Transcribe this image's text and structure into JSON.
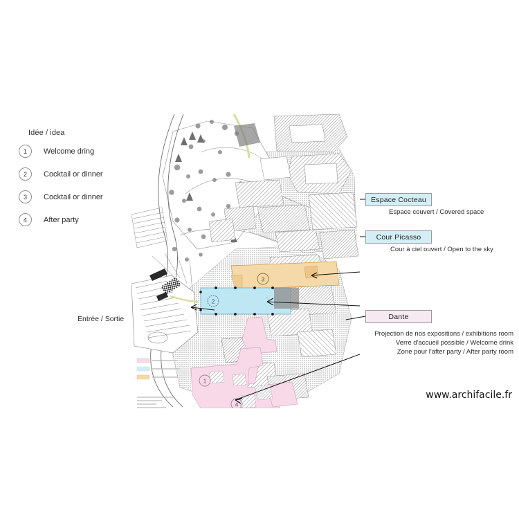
{
  "legend": {
    "title": "Idée / idea",
    "items": [
      {
        "number": "1",
        "label": "Welcome dring"
      },
      {
        "number": "2",
        "label": "Cocktail or dinner"
      },
      {
        "number": "3",
        "label": "Cocktail or dinner"
      },
      {
        "number": "4",
        "label": "After party"
      }
    ]
  },
  "map": {
    "entrance_label": "Entrée / Sortie",
    "markers": [
      {
        "number": "1",
        "zone": "dante"
      },
      {
        "number": "2",
        "zone": "cour-picasso"
      },
      {
        "number": "3",
        "zone": "espace-cocteau"
      },
      {
        "number": "4",
        "zone": "dante"
      }
    ],
    "mini_legend": [
      {
        "color": "#f7d9e8",
        "label": ""
      },
      {
        "color": "#d4eef6",
        "label": ""
      },
      {
        "color": "#f6d9a8",
        "label": ""
      }
    ]
  },
  "callouts": [
    {
      "name": "espace-cocteau",
      "title": "Espace Cocteau",
      "subtitle": "Espace couvert / Covered space",
      "color": "#d4eef6"
    },
    {
      "name": "cour-picasso",
      "title": "Cour Picasso",
      "subtitle": "Cour à ciel ouvert / Open to the sky",
      "color": "#d4eef6"
    },
    {
      "name": "dante",
      "title": "Dante",
      "color": "#f7e9f2"
    }
  ],
  "dante_description": [
    "Projection de nos expositions / exhibitions room",
    "Verre d'accueil possible / Welcome drink",
    "Zone pour l'after party / After party room"
  ],
  "footer": {
    "url": "www.archifacile.fr"
  },
  "colors": {
    "zone_pink": "#f7d9e8",
    "zone_cyan": "#bfe7f3",
    "zone_orange": "#f6d9a8",
    "hatch_gray": "#b9b9b9",
    "line": "#2a2a2a"
  }
}
